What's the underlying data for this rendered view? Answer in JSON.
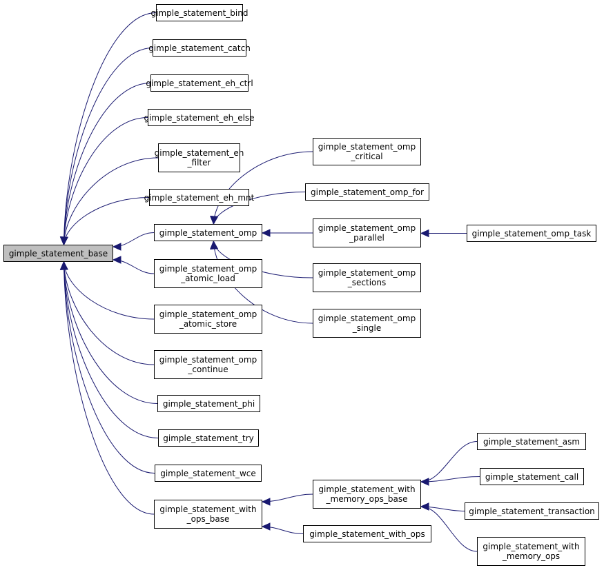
{
  "colors": {
    "edge": "#191970",
    "root_fill": "#bfbfbf",
    "node_fill": "#ffffff",
    "border": "#000000"
  },
  "nodes": {
    "base": "gimple_statement_base",
    "bind": "gimple_statement_bind",
    "catch": "gimple_statement_catch",
    "eh_ctrl": "gimple_statement_eh_ctrl",
    "eh_else": "gimple_statement_eh_else",
    "eh_filter": "gimple_statement_eh\n_filter",
    "eh_mnt": "gimple_statement_eh_mnt",
    "omp": "gimple_statement_omp",
    "omp_atomic_load": "gimple_statement_omp\n_atomic_load",
    "omp_atomic_store": "gimple_statement_omp\n_atomic_store",
    "omp_continue": "gimple_statement_omp\n_continue",
    "phi": "gimple_statement_phi",
    "try": "gimple_statement_try",
    "wce": "gimple_statement_wce",
    "with_ops_base": "gimple_statement_with\n_ops_base",
    "omp_critical": "gimple_statement_omp\n_critical",
    "omp_for": "gimple_statement_omp_for",
    "omp_parallel": "gimple_statement_omp\n_parallel",
    "omp_sections": "gimple_statement_omp\n_sections",
    "omp_single": "gimple_statement_omp\n_single",
    "omp_task": "gimple_statement_omp_task",
    "with_memory_ops_base": "gimple_statement_with\n_memory_ops_base",
    "with_ops": "gimple_statement_with_ops",
    "asm": "gimple_statement_asm",
    "call": "gimple_statement_call",
    "transaction": "gimple_statement_transaction",
    "with_memory_ops": "gimple_statement_with\n_memory_ops"
  },
  "edges": [
    {
      "from": "bind",
      "to": "base"
    },
    {
      "from": "catch",
      "to": "base"
    },
    {
      "from": "eh_ctrl",
      "to": "base"
    },
    {
      "from": "eh_else",
      "to": "base"
    },
    {
      "from": "eh_filter",
      "to": "base"
    },
    {
      "from": "eh_mnt",
      "to": "base"
    },
    {
      "from": "omp",
      "to": "base"
    },
    {
      "from": "omp_atomic_load",
      "to": "base"
    },
    {
      "from": "omp_atomic_store",
      "to": "base"
    },
    {
      "from": "omp_continue",
      "to": "base"
    },
    {
      "from": "phi",
      "to": "base"
    },
    {
      "from": "try",
      "to": "base"
    },
    {
      "from": "wce",
      "to": "base"
    },
    {
      "from": "with_ops_base",
      "to": "base"
    },
    {
      "from": "omp_critical",
      "to": "omp"
    },
    {
      "from": "omp_for",
      "to": "omp"
    },
    {
      "from": "omp_parallel",
      "to": "omp"
    },
    {
      "from": "omp_sections",
      "to": "omp"
    },
    {
      "from": "omp_single",
      "to": "omp"
    },
    {
      "from": "omp_task",
      "to": "omp_parallel"
    },
    {
      "from": "with_memory_ops_base",
      "to": "with_ops_base"
    },
    {
      "from": "with_ops",
      "to": "with_ops_base"
    },
    {
      "from": "asm",
      "to": "with_memory_ops_base"
    },
    {
      "from": "call",
      "to": "with_memory_ops_base"
    },
    {
      "from": "transaction",
      "to": "with_memory_ops_base"
    },
    {
      "from": "with_memory_ops",
      "to": "with_memory_ops_base"
    }
  ]
}
